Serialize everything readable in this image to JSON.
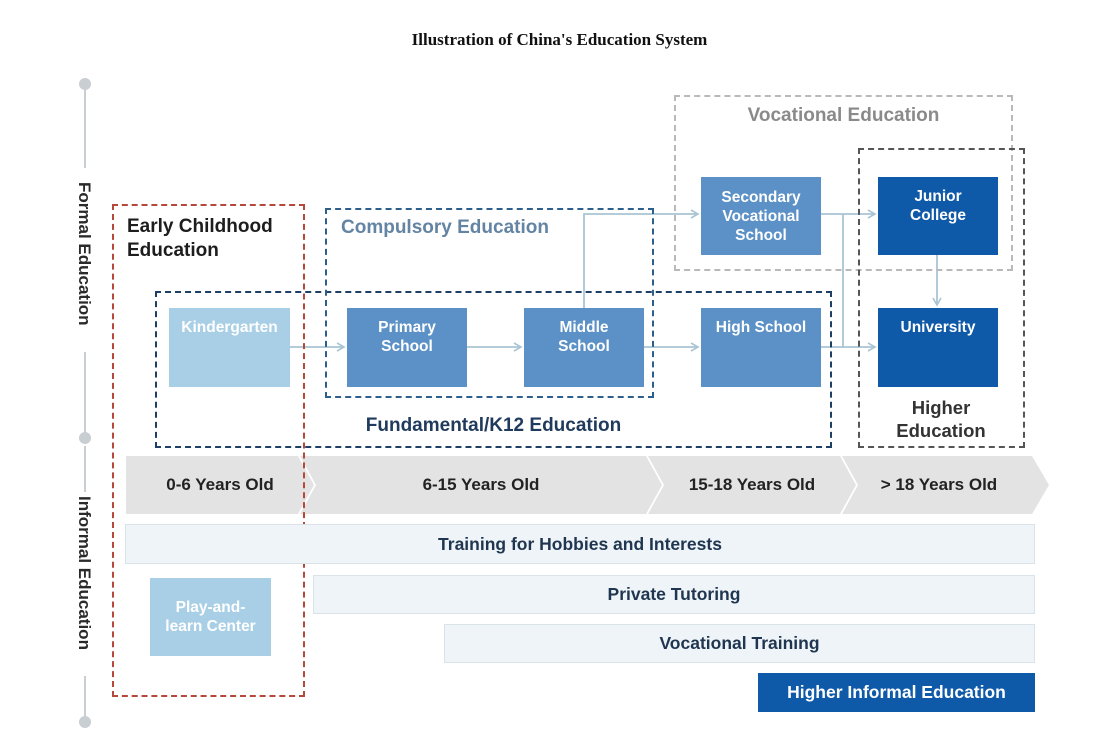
{
  "title": "Illustration of China's Education System",
  "side_labels": {
    "formal": "Formal Education",
    "informal": "Informal Education"
  },
  "frames": {
    "early_childhood": "Early Childhood Education",
    "compulsory": "Compulsory Education",
    "k12": "Fundamental/K12 Education",
    "vocational": "Vocational Education",
    "higher": "Higher Education"
  },
  "institutions": {
    "kindergarten": "Kindergarten",
    "primary": "Primary School",
    "middle": "Middle School",
    "high": "High School",
    "secondary_vocational": "Secondary Vocational School",
    "junior_college": "Junior College",
    "university": "University",
    "play_learn": "Play-and-learn Center"
  },
  "ages": [
    "0-6 Years Old",
    "6-15 Years Old",
    "15-18 Years Old",
    "> 18 Years Old"
  ],
  "informal": {
    "hobbies": "Training for Hobbies and Interests",
    "tutoring": "Private Tutoring",
    "vocational_training": "Vocational Training",
    "higher_informal": "Higher Informal Education"
  },
  "colors": {
    "light_box": "#a9cfe6",
    "mid_box": "#5b91c6",
    "dark_box": "#0f5aa8",
    "early_frame": "#b5473b",
    "compulsory_frame": "#2d5f8c",
    "k12_frame": "#1d3f66",
    "vocational_frame": "#b9b9b9",
    "higher_frame": "#555555",
    "arrow": "#a9c4d4"
  }
}
